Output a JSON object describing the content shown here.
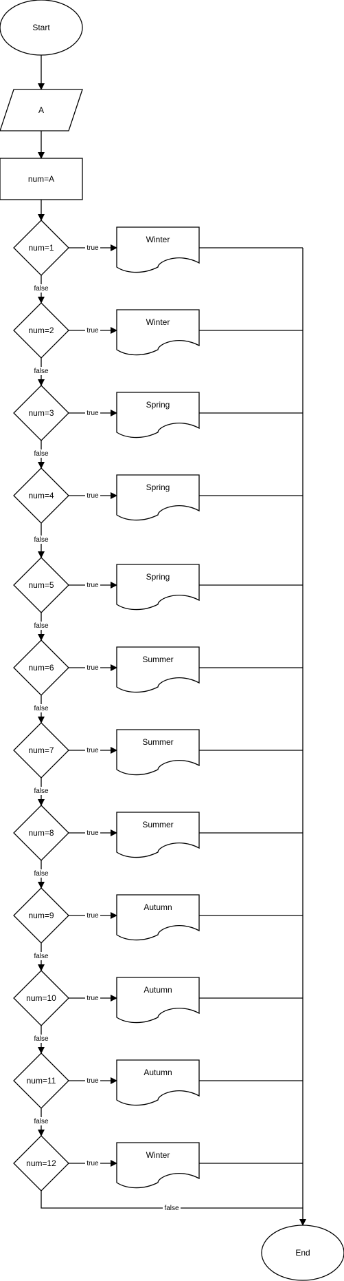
{
  "flowchart": {
    "start": {
      "label": "Start"
    },
    "input": {
      "label": "A"
    },
    "assign": {
      "label": "num=A"
    },
    "end": {
      "label": "End"
    },
    "edge_labels": {
      "true": "true",
      "false": "false"
    },
    "branches": [
      {
        "condition": "num=1",
        "output": "Winter"
      },
      {
        "condition": "num=2",
        "output": "Winter"
      },
      {
        "condition": "num=3",
        "output": "Spring"
      },
      {
        "condition": "num=4",
        "output": "Spring"
      },
      {
        "condition": "num=5",
        "output": "Spring"
      },
      {
        "condition": "num=6",
        "output": "Summer"
      },
      {
        "condition": "num=7",
        "output": "Summer"
      },
      {
        "condition": "num=8",
        "output": "Summer"
      },
      {
        "condition": "num=9",
        "output": "Autumn"
      },
      {
        "condition": "num=10",
        "output": "Autumn"
      },
      {
        "condition": "num=11",
        "output": "Autumn"
      },
      {
        "condition": "num=12",
        "output": "Winter"
      }
    ]
  }
}
